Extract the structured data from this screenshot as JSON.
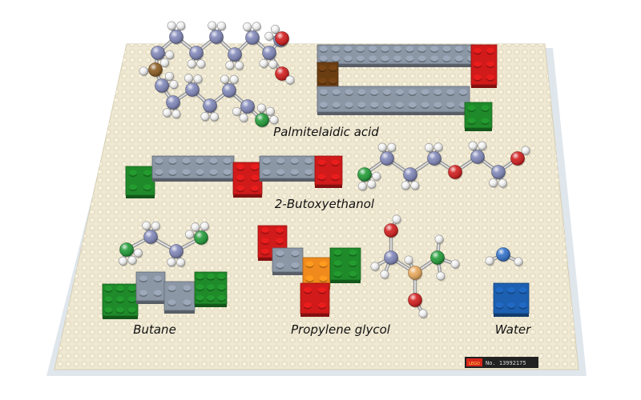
{
  "labels": {
    "palmitelaidic": "Palmitelaidic acid",
    "butoxyethanol": "2-Butoxyethanol",
    "butane": "Butane",
    "propylene_glycol": "Propylene glycol",
    "water": "Water"
  },
  "baseplate_tag": {
    "logo": "LEGO",
    "number": "No. 13992175"
  },
  "colors": {
    "baseplate": "#efe8d2",
    "baseplate_shadow": "#cfc7ad",
    "carbon_brick": "#8c97a6",
    "methyl_brick": "#1f8a2a",
    "oxygen_brick": "#d11a1a",
    "double_bond_brick": "#6b3e12",
    "central_carbon_brick": "#f08a1c",
    "water_brick": "#1d5fb0",
    "carbon_atom": "#7f86b8",
    "hydrogen_atom": "#f2f2f2",
    "oxygen_atom": "#d11a1a",
    "methyl_atom": "#1f9a35",
    "double_bond_atom": "#8a5a1e",
    "central_atom": "#e8a75a",
    "water_atom": "#2f6fc8"
  }
}
